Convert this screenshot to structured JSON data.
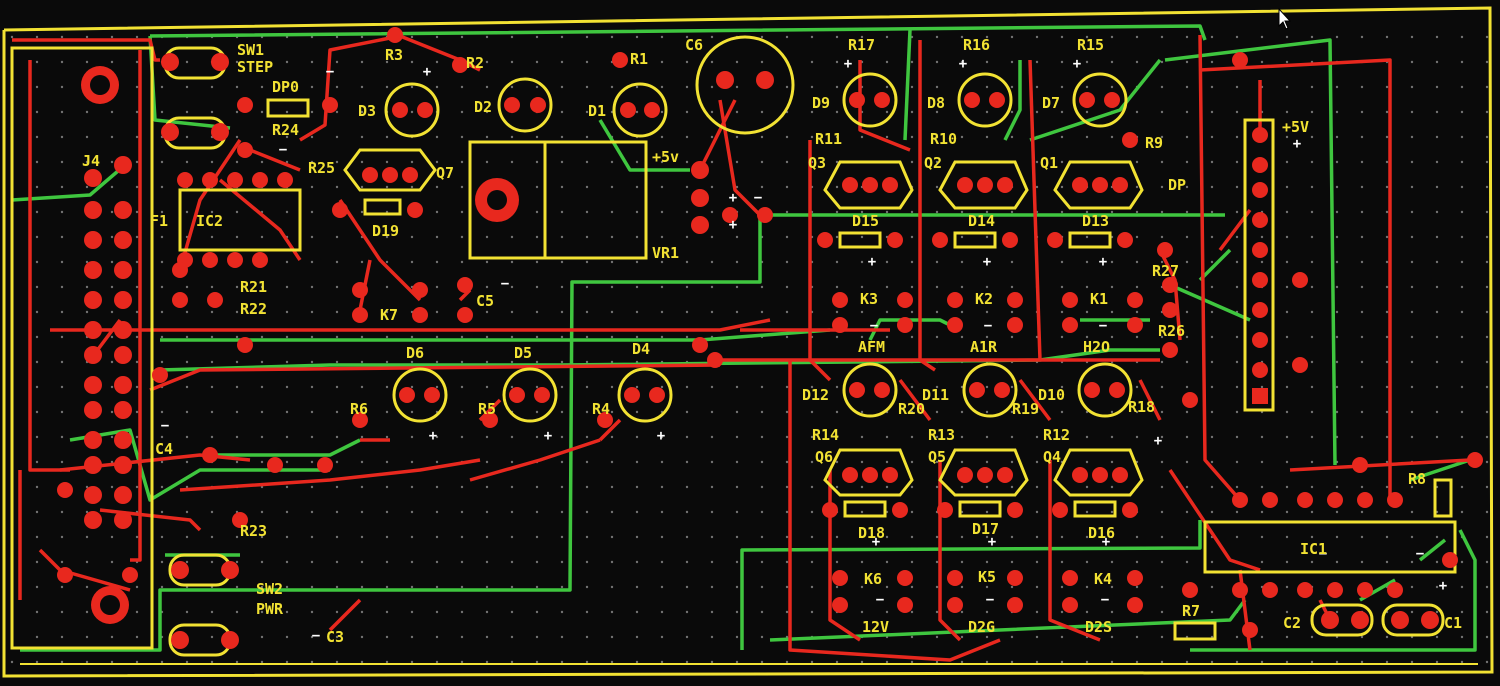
{
  "colors": {
    "background": "#0a0a0a",
    "top_trace": "#e8281e",
    "bottom_trace": "#3fc63f",
    "silkscreen": "#f2e233",
    "grid_dot": "#c8c8c8"
  },
  "labels": {
    "sw1": "SW1",
    "step": "STEP",
    "dp0": "DP0",
    "r24": "R24",
    "r25": "R25",
    "r3": "R3",
    "d3": "D3",
    "r2": "R2",
    "d2": "D2",
    "r1": "R1",
    "d1": "D1",
    "c6": "C6",
    "q7": "Q7",
    "d19": "D19",
    "k7": "K7",
    "c5": "C5",
    "j4": "J4",
    "f1": "F1",
    "ic2": "IC2",
    "r21": "R21",
    "r22": "R22",
    "plus5v_vr": "+5v",
    "vr1": "VR1",
    "r17": "R17",
    "r16": "R16",
    "r15": "R15",
    "d9": "D9",
    "d8": "D8",
    "d7": "D7",
    "r11": "R11",
    "r10": "R10",
    "r9": "R9",
    "q3": "Q3",
    "q2": "Q2",
    "q1": "Q1",
    "d15": "D15",
    "d14": "D14",
    "d13": "D13",
    "plus5v_dp": "+5V",
    "dp": "DP",
    "r27": "R27",
    "r26": "R26",
    "k3": "K3",
    "k2": "K2",
    "k1": "K1",
    "afm": "AFM",
    "a1r": "A1R",
    "h2o": "H2O",
    "d6": "D6",
    "d5": "D5",
    "d4": "D4",
    "r6": "R6",
    "r5": "R5",
    "r4": "R4",
    "c4": "C4",
    "d12": "D12",
    "d11": "D11",
    "d10": "D10",
    "r20": "R20",
    "r19": "R19",
    "r18": "R18",
    "r14": "R14",
    "r13": "R13",
    "r12": "R12",
    "q6": "Q6",
    "q5": "Q5",
    "q4": "Q4",
    "d18": "D18",
    "d17": "D17",
    "d16": "D16",
    "r8": "R8",
    "ic1": "IC1",
    "r23": "R23",
    "sw2": "SW2",
    "pwr": "PWR",
    "c3": "C3",
    "k6": "K6",
    "k5": "K5",
    "k4": "K4",
    "v12": "12V",
    "d2g": "D2G",
    "d2s": "D2S",
    "r7": "R7",
    "c2": "C2",
    "c1": "C1"
  }
}
